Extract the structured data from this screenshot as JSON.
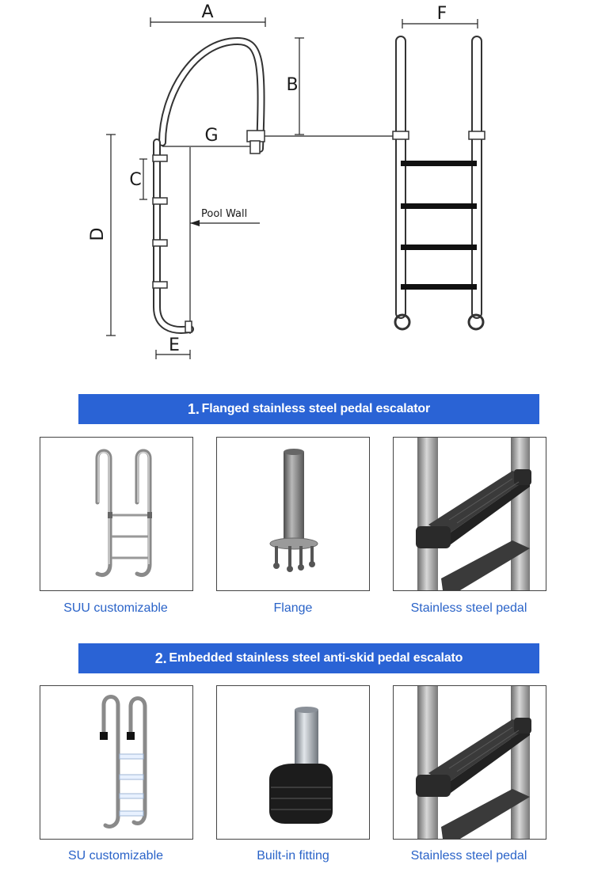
{
  "diagram": {
    "labels": {
      "a": "A",
      "b": "B",
      "c": "C",
      "d": "D",
      "e": "E",
      "f": "F",
      "g": "G"
    },
    "pool_wall": "Pool Wall"
  },
  "sections": [
    {
      "number": "1.",
      "title": "Flanged stainless steel pedal escalator",
      "items": [
        {
          "caption": "SUU customizable",
          "icon": "ladder-photo"
        },
        {
          "caption": "Flange",
          "icon": "flange-photo"
        },
        {
          "caption": "Stainless steel pedal",
          "icon": "pedal-photo"
        }
      ]
    },
    {
      "number": "2.",
      "title": "Embedded stainless steel anti-skid pedal escalato",
      "items": [
        {
          "caption": "SU customizable",
          "icon": "ladder-photo"
        },
        {
          "caption": "Built-in fitting",
          "icon": "fitting-photo"
        },
        {
          "caption": "Stainless steel pedal",
          "icon": "pedal-photo"
        }
      ]
    }
  ],
  "colors": {
    "banner": "#2a63d5",
    "caption": "#2a63c8"
  }
}
